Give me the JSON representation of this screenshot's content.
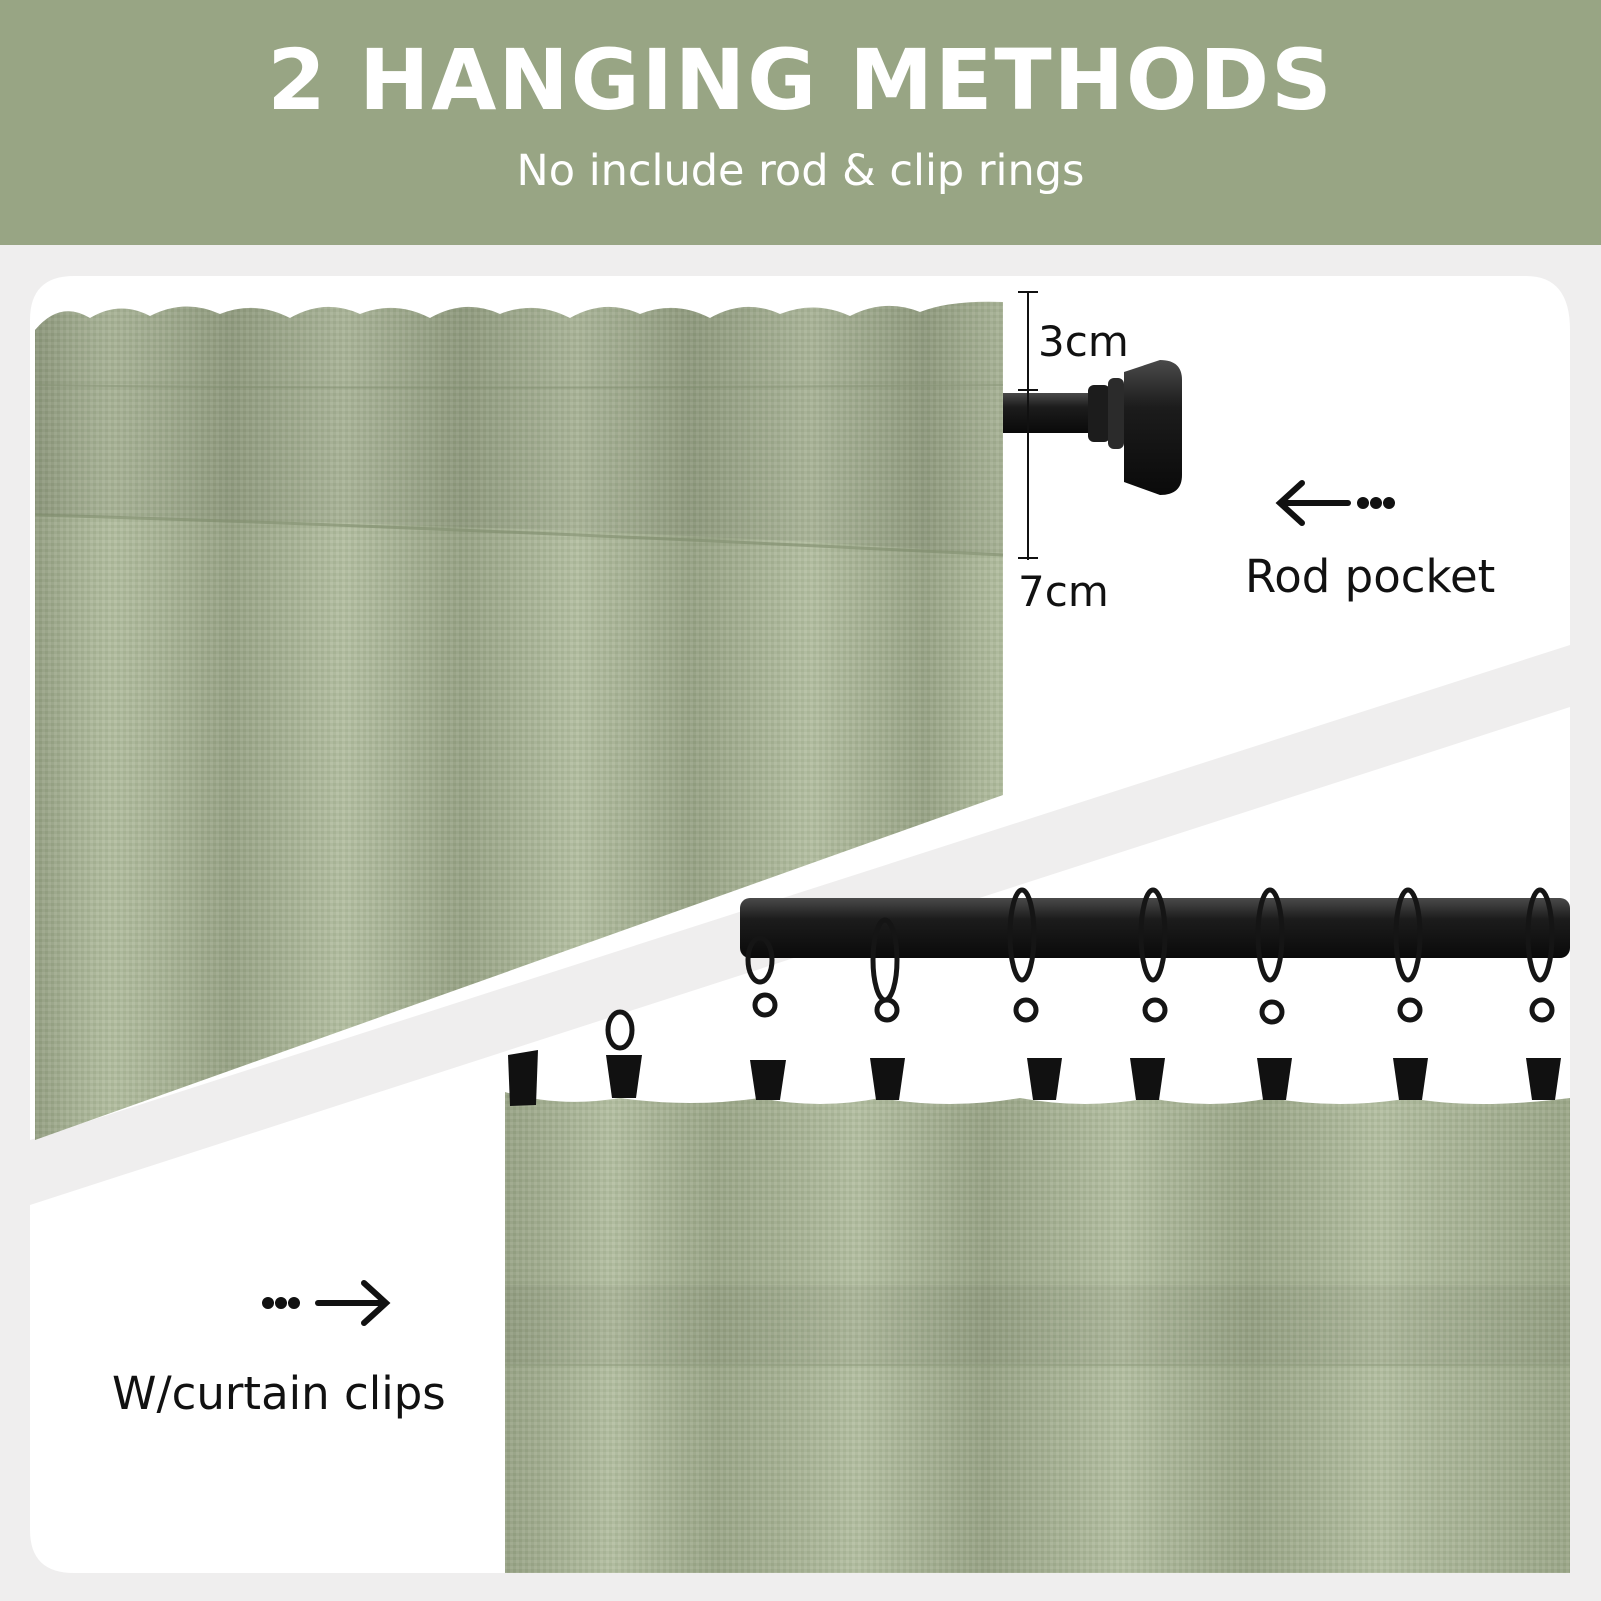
{
  "banner": {
    "title": "2 HANGING METHODS",
    "subtitle": "No include rod & clip rings"
  },
  "rod_pocket": {
    "label": "Rod pocket",
    "top_dimension": "3cm",
    "bottom_dimension": "7cm",
    "arrow_icon": "arrow-left-dotted-icon"
  },
  "clips": {
    "label": "W/curtain clips",
    "arrow_icon": "arrow-right-dotted-icon"
  },
  "colors": {
    "banner": "#98a584",
    "fabric": "#a9b596",
    "fabric_shadow": "#8e9b7c",
    "rod": "#1c1c1c",
    "card": "#ffffff",
    "page_background": "#efeeee"
  }
}
